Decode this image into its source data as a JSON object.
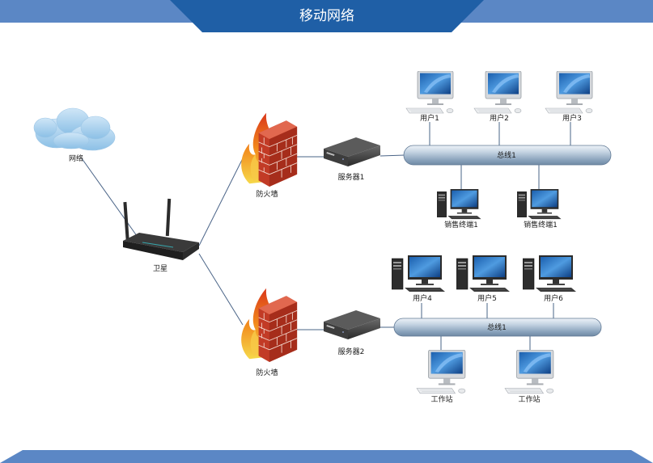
{
  "header": {
    "title": "移动网络",
    "band_color": "#5b87c5",
    "tab_color": "#1f5fa6"
  },
  "footer": {
    "band_color": "#5b87c5"
  },
  "nodes": {
    "cloud": "网络",
    "router": "卫星",
    "firewall_top": "防火墙",
    "firewall_bottom": "防火墙",
    "server_top": "服务器1",
    "server_bottom": "服务器2",
    "bus_top": "总线1",
    "bus_bottom": "总线1",
    "user1": "用户1",
    "user2": "用户2",
    "user3": "用户3",
    "user4": "用户4",
    "user5": "用户5",
    "user6": "用户6",
    "pos_a": "销售终端1",
    "pos_b": "销售终端1",
    "ws_a": "工作站",
    "ws_b": "工作站"
  }
}
